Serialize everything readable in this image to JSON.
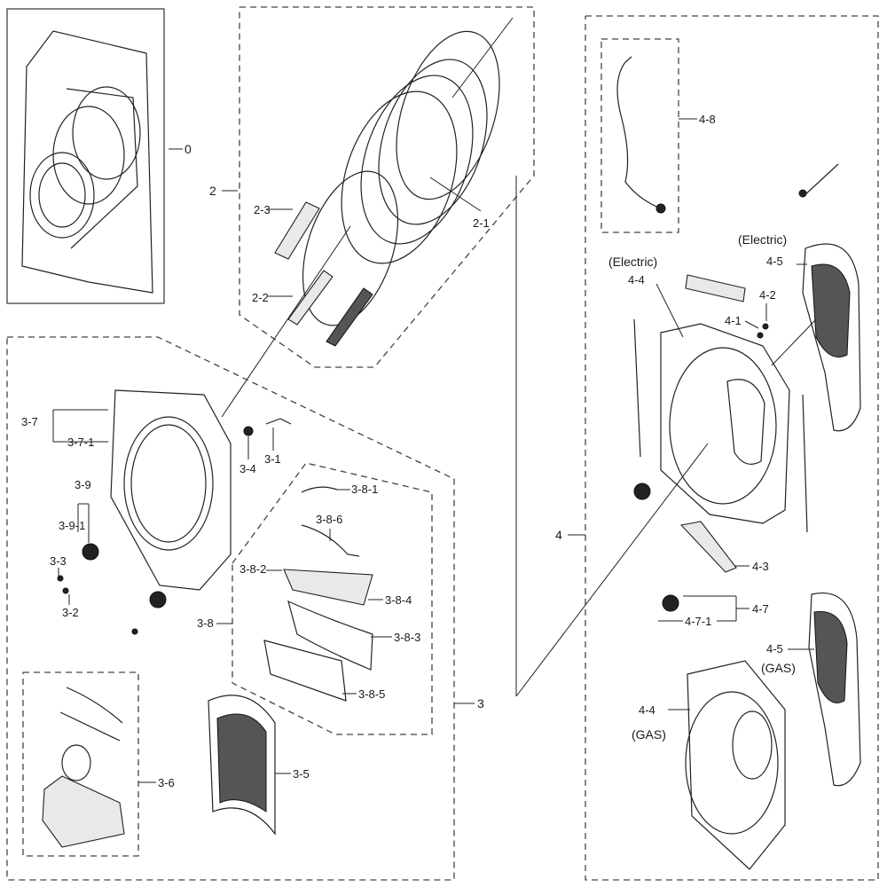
{
  "diagram": {
    "assemblies": {
      "a0": "0",
      "a2": "2",
      "a3": "3",
      "a4": "4"
    },
    "labels": {
      "p2_1": "2-1",
      "p2_2": "2-2",
      "p2_3": "2-3",
      "p3_1": "3-1",
      "p3_2": "3-2",
      "p3_3": "3-3",
      "p3_4": "3-4",
      "p3_5": "3-5",
      "p3_6": "3-6",
      "p3_7": "3-7",
      "p3_7_1": "3-7-1",
      "p3_8": "3-8",
      "p3_8_1": "3-8-1",
      "p3_8_2": "3-8-2",
      "p3_8_3": "3-8-3",
      "p3_8_4": "3-8-4",
      "p3_8_5": "3-8-5",
      "p3_8_6": "3-8-6",
      "p3_9": "3-9",
      "p3_9_1": "3-9-1",
      "p4_1": "4-1",
      "p4_2": "4-2",
      "p4_3": "4-3",
      "p4_4_e": "4-4",
      "p4_4_g": "4-4",
      "p4_5_e": "4-5",
      "p4_5_g": "4-5",
      "p4_7": "4-7",
      "p4_7_1": "4-7-1",
      "p4_8": "4-8"
    },
    "variants": {
      "electric_1": "(Electric)",
      "electric_2": "(Electric)",
      "gas_1": "(GAS)",
      "gas_2": "(GAS)"
    }
  }
}
